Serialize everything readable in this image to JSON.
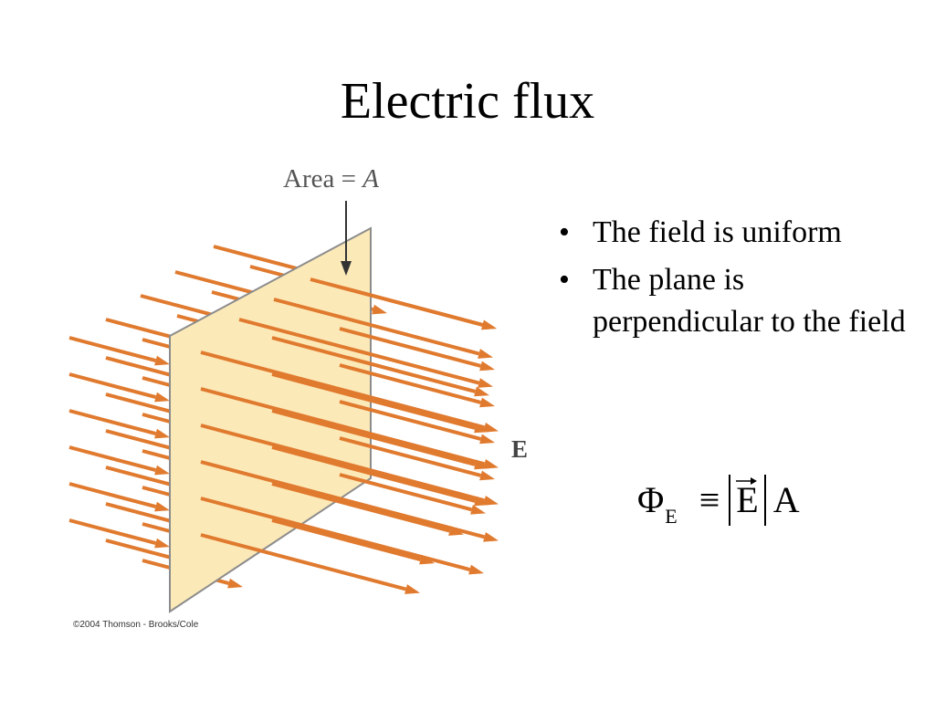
{
  "slide": {
    "title": "Electric flux"
  },
  "figure": {
    "area_label_prefix": "Area = ",
    "area_label_var": "A",
    "field_label": "E",
    "copyright": "©2004 Thomson - Brooks/Cole",
    "arrow_color": "#E07A2E",
    "plane_fill": "#FCE9B8",
    "plane_stroke": "#8C8C8C"
  },
  "bullets": [
    {
      "marker": "•",
      "text": "The field is uniform"
    },
    {
      "marker": "•",
      "text": "The plane is perpendicular to the field"
    }
  ],
  "formula": {
    "phi": "Φ",
    "subscript": "E",
    "equiv": "≡",
    "vector": "E",
    "area": "A"
  }
}
